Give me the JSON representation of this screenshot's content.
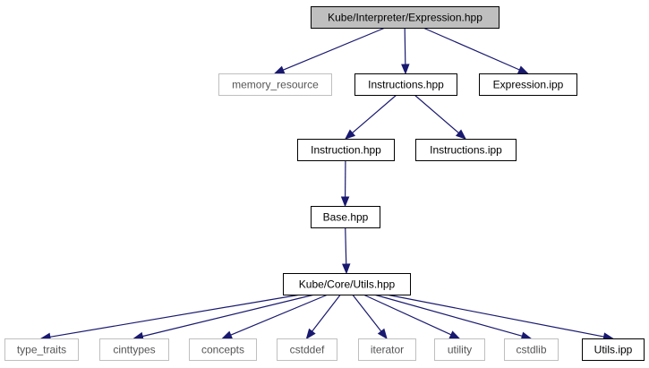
{
  "diagram": {
    "type": "include-dependency-graph",
    "colors": {
      "root_fill": "#bfbfbf",
      "node_border": "#000000",
      "external_border": "#bfbfbf",
      "edge": "#191970"
    },
    "nodes": [
      {
        "id": "expression_hpp",
        "label": "Kube/Interpreter/Expression.hpp",
        "kind": "root"
      },
      {
        "id": "memory_resource",
        "label": "memory_resource",
        "kind": "external"
      },
      {
        "id": "instructions_hpp",
        "label": "Instructions.hpp",
        "kind": "local"
      },
      {
        "id": "expression_ipp",
        "label": "Expression.ipp",
        "kind": "local"
      },
      {
        "id": "instruction_hpp",
        "label": "Instruction.hpp",
        "kind": "local"
      },
      {
        "id": "instructions_ipp",
        "label": "Instructions.ipp",
        "kind": "local"
      },
      {
        "id": "base_hpp",
        "label": "Base.hpp",
        "kind": "local"
      },
      {
        "id": "utils_hpp",
        "label": "Kube/Core/Utils.hpp",
        "kind": "local"
      },
      {
        "id": "type_traits",
        "label": "type_traits",
        "kind": "external"
      },
      {
        "id": "cinttypes",
        "label": "cinttypes",
        "kind": "external"
      },
      {
        "id": "concepts",
        "label": "concepts",
        "kind": "external"
      },
      {
        "id": "cstddef",
        "label": "cstddef",
        "kind": "external"
      },
      {
        "id": "iterator",
        "label": "iterator",
        "kind": "external"
      },
      {
        "id": "utility",
        "label": "utility",
        "kind": "external"
      },
      {
        "id": "cstdlib",
        "label": "cstdlib",
        "kind": "external"
      },
      {
        "id": "utils_ipp",
        "label": "Utils.ipp",
        "kind": "local"
      }
    ],
    "edges": [
      {
        "from": "expression_hpp",
        "to": "memory_resource"
      },
      {
        "from": "expression_hpp",
        "to": "instructions_hpp"
      },
      {
        "from": "expression_hpp",
        "to": "expression_ipp"
      },
      {
        "from": "instructions_hpp",
        "to": "instruction_hpp"
      },
      {
        "from": "instructions_hpp",
        "to": "instructions_ipp"
      },
      {
        "from": "instruction_hpp",
        "to": "base_hpp"
      },
      {
        "from": "base_hpp",
        "to": "utils_hpp"
      },
      {
        "from": "utils_hpp",
        "to": "type_traits"
      },
      {
        "from": "utils_hpp",
        "to": "cinttypes"
      },
      {
        "from": "utils_hpp",
        "to": "concepts"
      },
      {
        "from": "utils_hpp",
        "to": "cstddef"
      },
      {
        "from": "utils_hpp",
        "to": "iterator"
      },
      {
        "from": "utils_hpp",
        "to": "utility"
      },
      {
        "from": "utils_hpp",
        "to": "cstdlib"
      },
      {
        "from": "utils_hpp",
        "to": "utils_ipp"
      }
    ]
  }
}
